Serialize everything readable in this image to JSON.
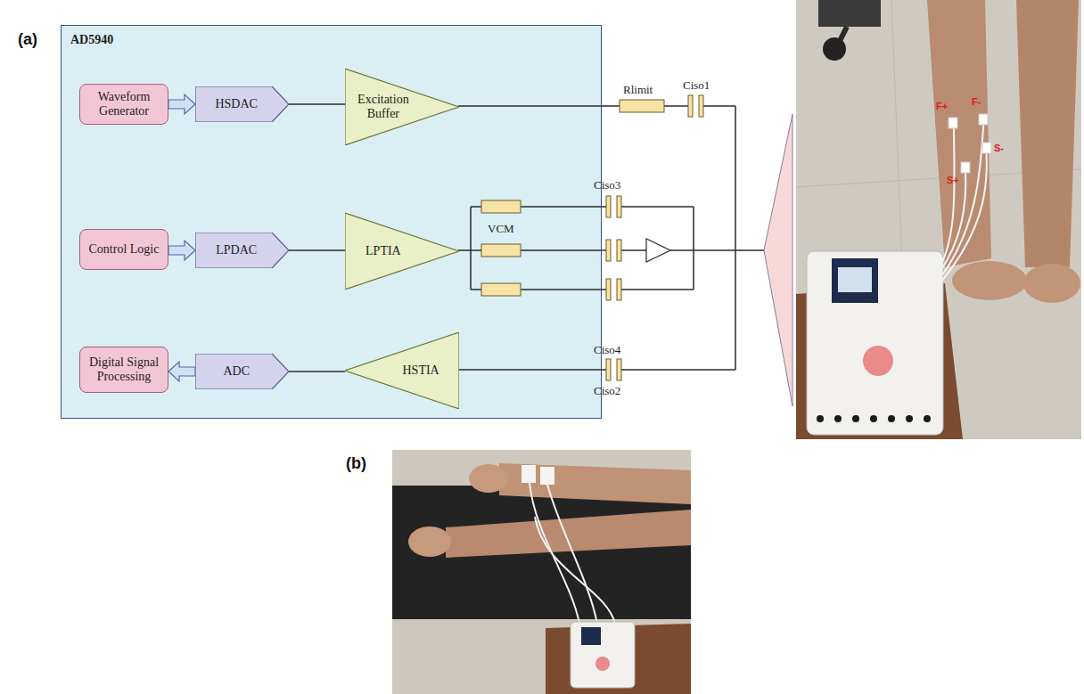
{
  "diagram": {
    "nodes": [
      {
        "text": [
          "AD5940"
        ]
      },
      {
        "text": [
          "Waveform Generator"
        ],
        "in": 0
      },
      {
        "text": [
          "HSDAC"
        ],
        "in": 0
      },
      {
        "text": [
          "Excitation Buffer"
        ],
        "in": 0
      },
      {
        "text": [
          "Control Logic"
        ],
        "in": 0
      },
      {
        "text": [
          "LPDAC"
        ],
        "in": 0
      },
      {
        "text": [
          "LPTIA"
        ],
        "in": 0
      },
      {
        "text": [
          "Digital Signal Processing"
        ],
        "in": 0
      },
      {
        "text": [
          "ADC"
        ],
        "in": 0
      },
      {
        "text": [
          "HSTIA"
        ],
        "in": 0
      }
    ],
    "edges": [
      {
        "from": 1,
        "to": 2,
        "arrow": "to"
      },
      {
        "from": 2,
        "to": 3,
        "arrow": "none"
      },
      {
        "from": 4,
        "to": 5,
        "arrow": "to"
      },
      {
        "from": 5,
        "to": 6,
        "arrow": "none"
      },
      {
        "from": 9,
        "to": 8,
        "arrow": "none"
      },
      {
        "from": 8,
        "to": 7,
        "arrow": "to"
      }
    ],
    "labels": [
      "(a)",
      "Rlimit",
      "Ciso1",
      "Ciso3",
      "VCM",
      "Ciso4",
      "Ciso2",
      "F+",
      "F-",
      "S+",
      "S-",
      "(b)"
    ]
  }
}
